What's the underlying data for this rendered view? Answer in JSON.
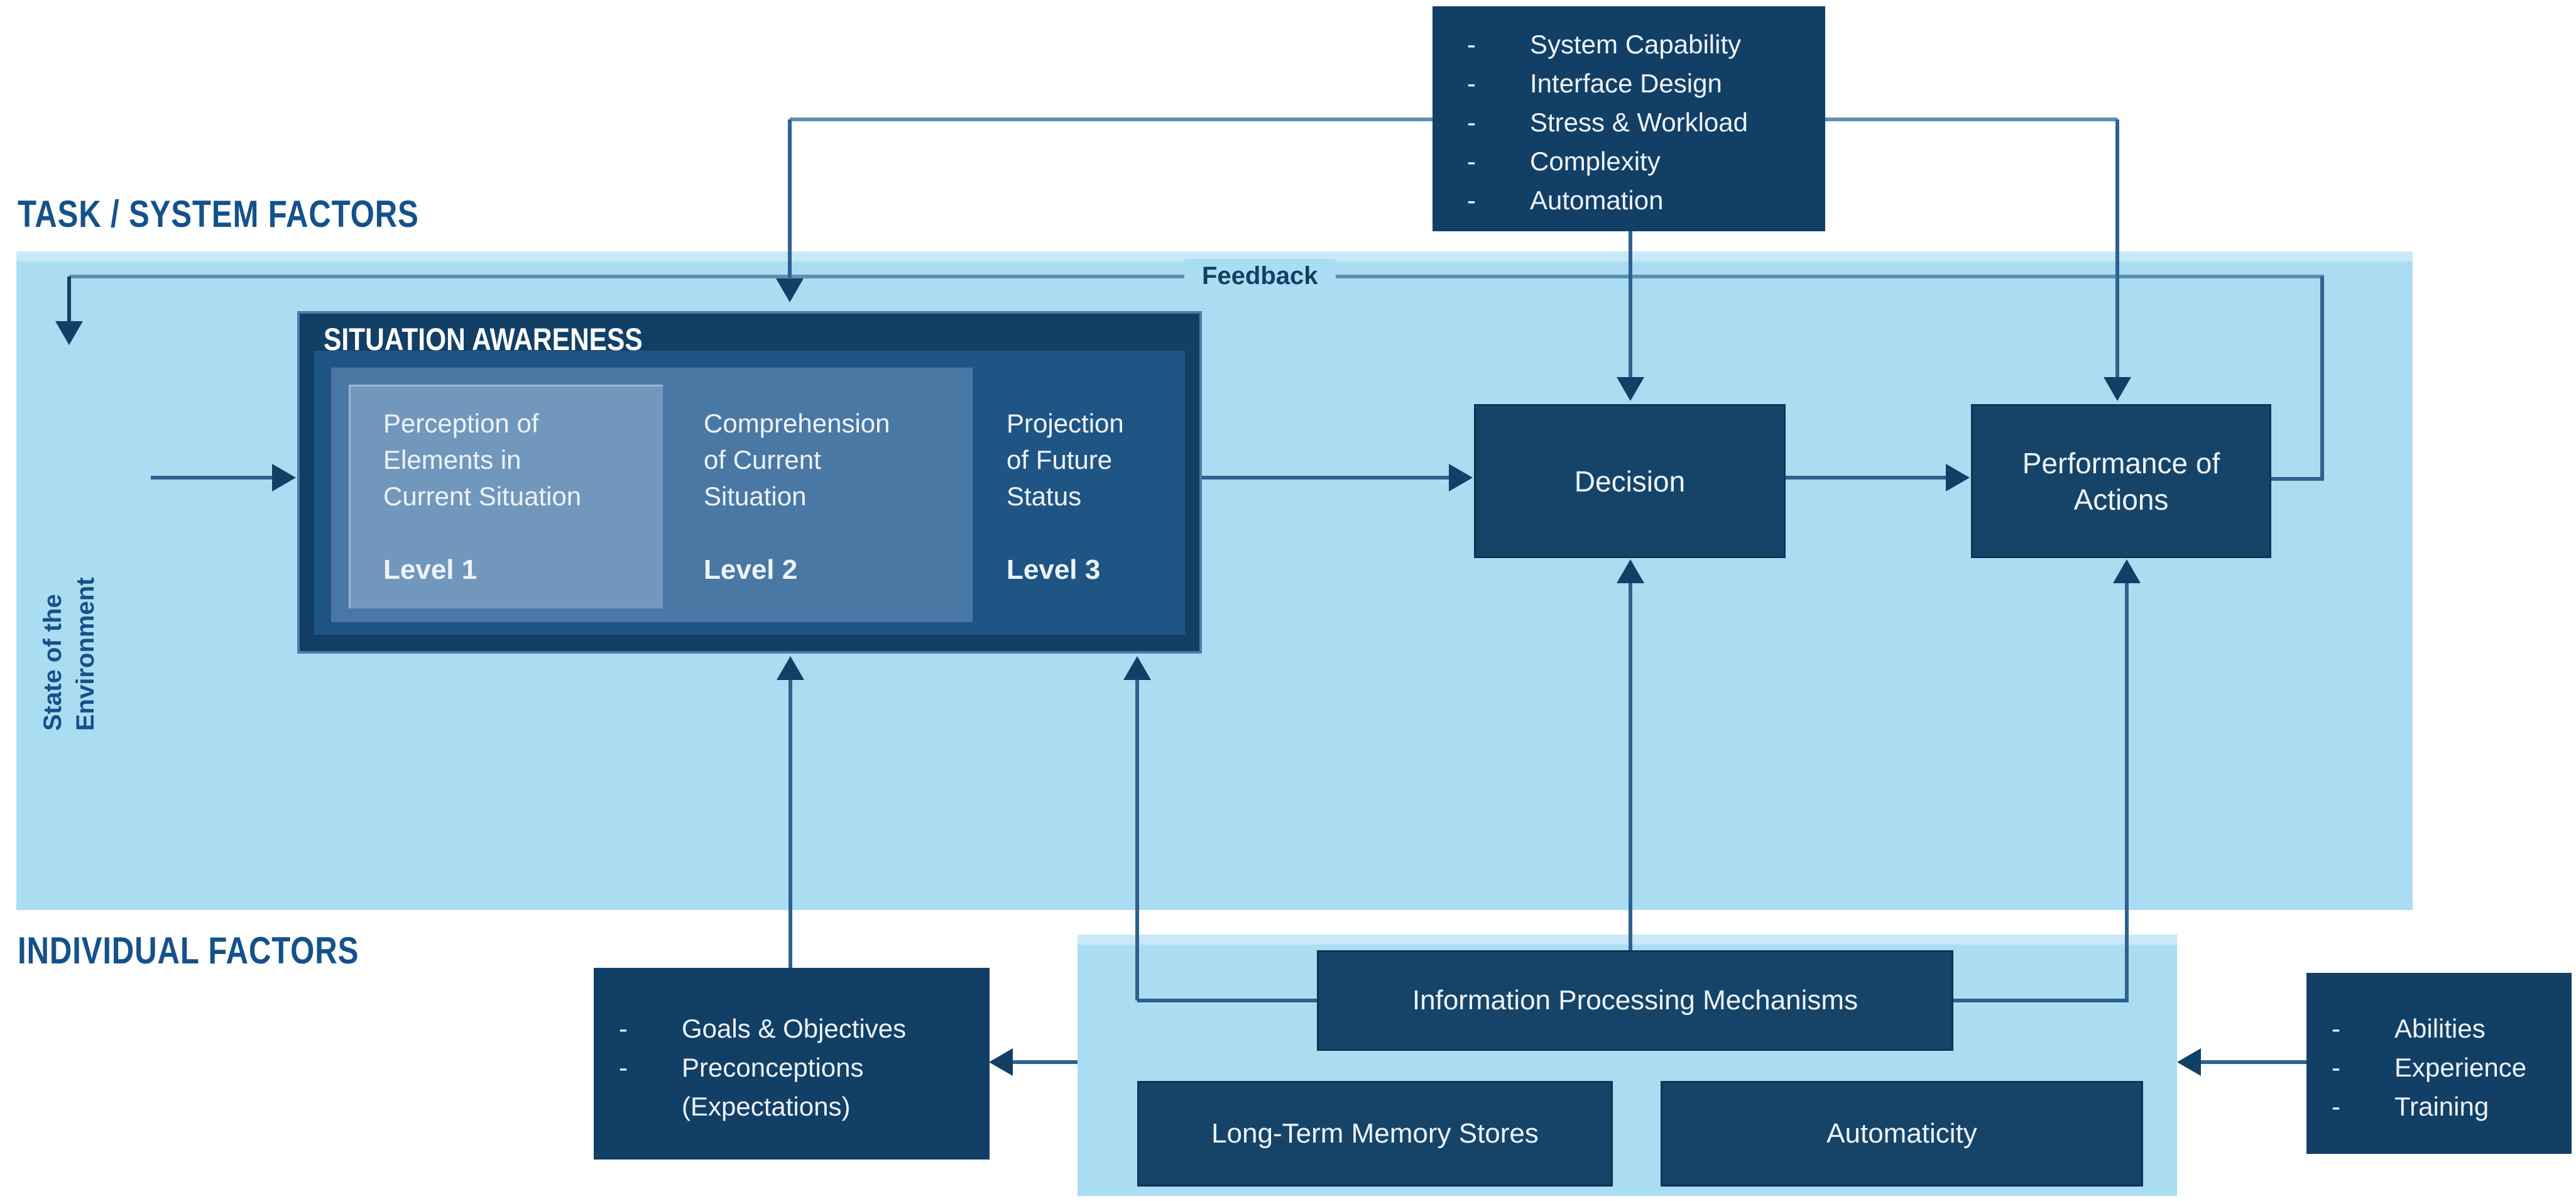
{
  "headings": {
    "task_system": "TASK / SYSTEM FACTORS",
    "individual": "INDIVIDUAL FACTORS"
  },
  "task_factors_box": {
    "bullet": "-",
    "items": [
      "System Capability",
      "Interface Design",
      "Stress & Workload",
      "Complexity",
      "Automation"
    ]
  },
  "feedback_label": "Feedback",
  "state_of_environment": {
    "line1": "State of the",
    "line2": "Environment"
  },
  "situation_awareness": {
    "title": "SITUATION AWARENESS",
    "levels": [
      {
        "lines": [
          "Perception of",
          "Elements in",
          "Current Situation"
        ],
        "level": "Level 1"
      },
      {
        "lines": [
          "Comprehension",
          "of Current",
          "Situation"
        ],
        "level": "Level 2"
      },
      {
        "lines": [
          "Projection",
          "of Future",
          "Status"
        ],
        "level": "Level 3"
      }
    ]
  },
  "decision_box": {
    "label": "Decision"
  },
  "performance_box": {
    "line1": "Performance of",
    "line2": "Actions"
  },
  "goals_box": {
    "bullet": "-",
    "items": [
      "Goals & Objectives",
      "Preconceptions",
      "(Expectations)"
    ]
  },
  "abilities_box": {
    "bullet": "-",
    "items": [
      "Abilities",
      "Experience",
      "Training"
    ]
  },
  "processing_panel": {
    "info": "Information Processing Mechanisms",
    "ltm": "Long-Term Memory Stores",
    "automaticity": "Automaticity"
  },
  "colors": {
    "navy_box": "#123f66",
    "navy_box_alt": "#164469",
    "sa_inner_panel": "#1f5585",
    "sa_level12_panel": "#4a78a5",
    "sa_level1_box": "#7197bd",
    "light_panel": "#abddf2",
    "line_steel": "#5f90b4",
    "line_dark": "#2e6190",
    "heading_text": "#15518a",
    "box_text": "#eef3f8"
  }
}
